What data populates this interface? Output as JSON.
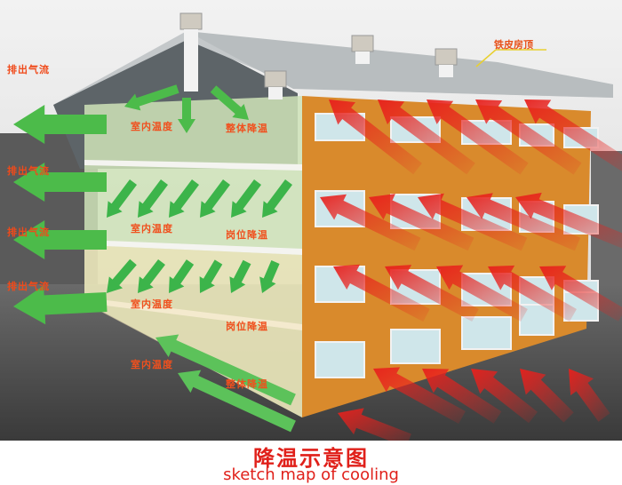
{
  "labels": {
    "exhaust": [
      "排出气流",
      "排出气流",
      "排出气流",
      "排出气流"
    ],
    "indoor_temp": [
      "室内温度",
      "室内温度",
      "室内温度",
      "室内温度"
    ],
    "overall_cooling": [
      "整体降温",
      "整体降温"
    ],
    "station_cooling": [
      "岗位降温",
      "岗位降温"
    ],
    "roof": "铁皮房顶"
  },
  "caption": {
    "title_cn": "降温示意图",
    "title_en": "sketch map of cooling"
  },
  "colors": {
    "caption": "#e0201a",
    "label": "#f0501e",
    "facade": "#d98a2c",
    "green_arrow": "#3cb44a",
    "red_arrow": "#e8201c"
  }
}
